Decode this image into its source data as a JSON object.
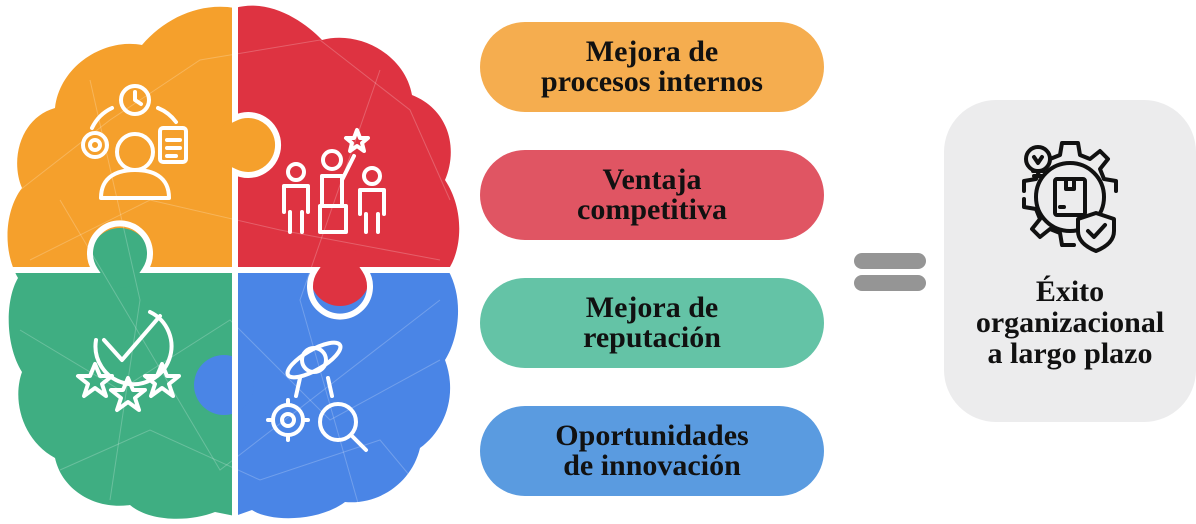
{
  "benefits": [
    {
      "label": "Mejora de\nprocesos internos",
      "color": "#f5ad4f"
    },
    {
      "label": "Ventaja\ncompetitiva",
      "color": "#e05563"
    },
    {
      "label": "Mejora de\nreputación",
      "color": "#64c3a6"
    },
    {
      "label": "Oportunidades\nde innovación",
      "color": "#5a9be0"
    }
  ],
  "puzzle": {
    "pieces": [
      {
        "quadrant": "top-left",
        "color": "#f5a02c",
        "icon": "team-management-icon"
      },
      {
        "quadrant": "top-right",
        "color": "#de3341",
        "icon": "leader-podium-icon"
      },
      {
        "quadrant": "bottom-left",
        "color": "#3fae82",
        "icon": "check-stars-icon"
      },
      {
        "quadrant": "bottom-right",
        "color": "#4a85e6",
        "icon": "innovation-search-icon"
      }
    ]
  },
  "operator": "equals-icon",
  "result": {
    "label": "Éxito\norganizacional\na largo plazo",
    "icon": "gear-lightbulb-shield-icon",
    "background": "#ececed"
  }
}
